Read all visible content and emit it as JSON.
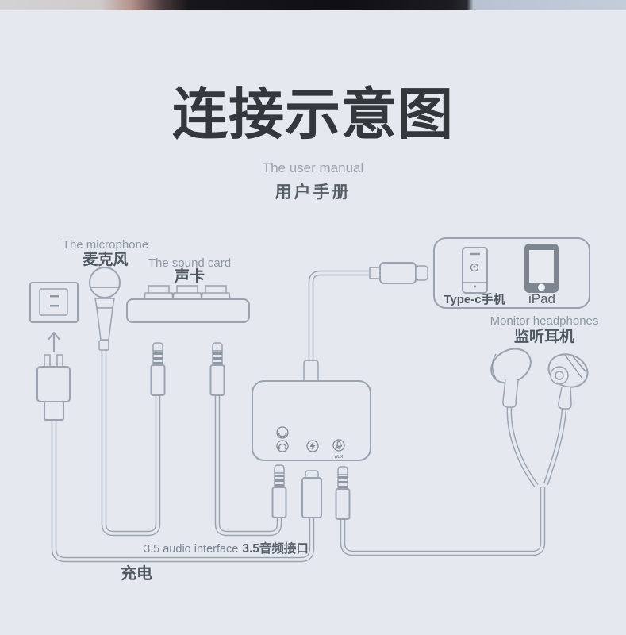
{
  "header": {
    "title": "连接示意图",
    "subtitle_en": "The user manual",
    "subtitle_zh": "用户手册"
  },
  "labels": {
    "microphone_en": "The microphone",
    "microphone_zh": "麦克风",
    "sound_card_en": "The sound card",
    "sound_card_zh": "声卡",
    "phone": "Type-c手机",
    "tablet": "iPad",
    "monitor_headphones_en": "Monitor headphones",
    "monitor_headphones_zh": "监听耳机",
    "audio_interface_en": "3.5 audio interface",
    "audio_interface_zh": "3.5音频接口",
    "charging": "充电",
    "aux_port": "AUX"
  },
  "colors": {
    "background": "#e5e9ef",
    "outline": "#9aa3af",
    "title_text": "#34383d",
    "label_dark": "#4f5761",
    "label_light": "#8d97a3",
    "device_icon_fill": "#7d8591"
  }
}
